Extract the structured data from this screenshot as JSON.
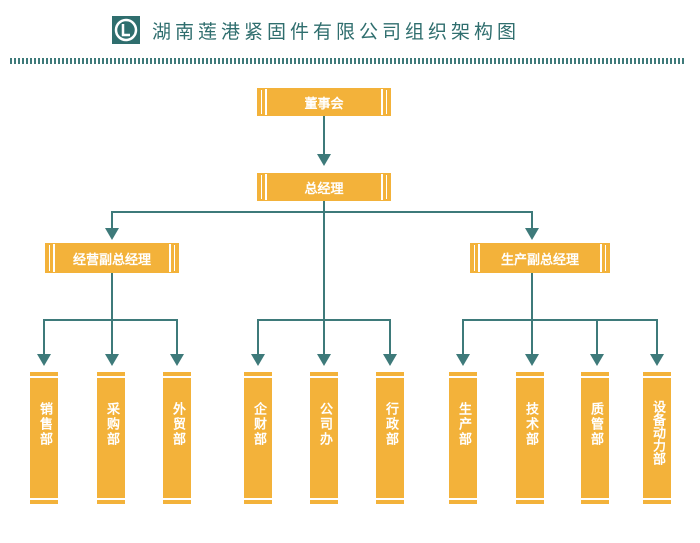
{
  "header": {
    "title": "湖南莲港紧固件有限公司组织架构图"
  },
  "colors": {
    "box_fill": "#f3b23a",
    "line": "#3e7a7a",
    "title": "#2f6e6e"
  },
  "nodes": {
    "board": "董事会",
    "gm": "总经理",
    "vp_sales": "经营副总经理",
    "vp_prod": "生产副总经理",
    "dept_sales": "销售部",
    "dept_purchase": "采购部",
    "dept_trade": "外贸部",
    "dept_finance": "企财部",
    "dept_office": "公司办",
    "dept_admin": "行政部",
    "dept_production": "生产部",
    "dept_tech": "技术部",
    "dept_quality": "质管部",
    "dept_equipment": "设备动力部"
  }
}
